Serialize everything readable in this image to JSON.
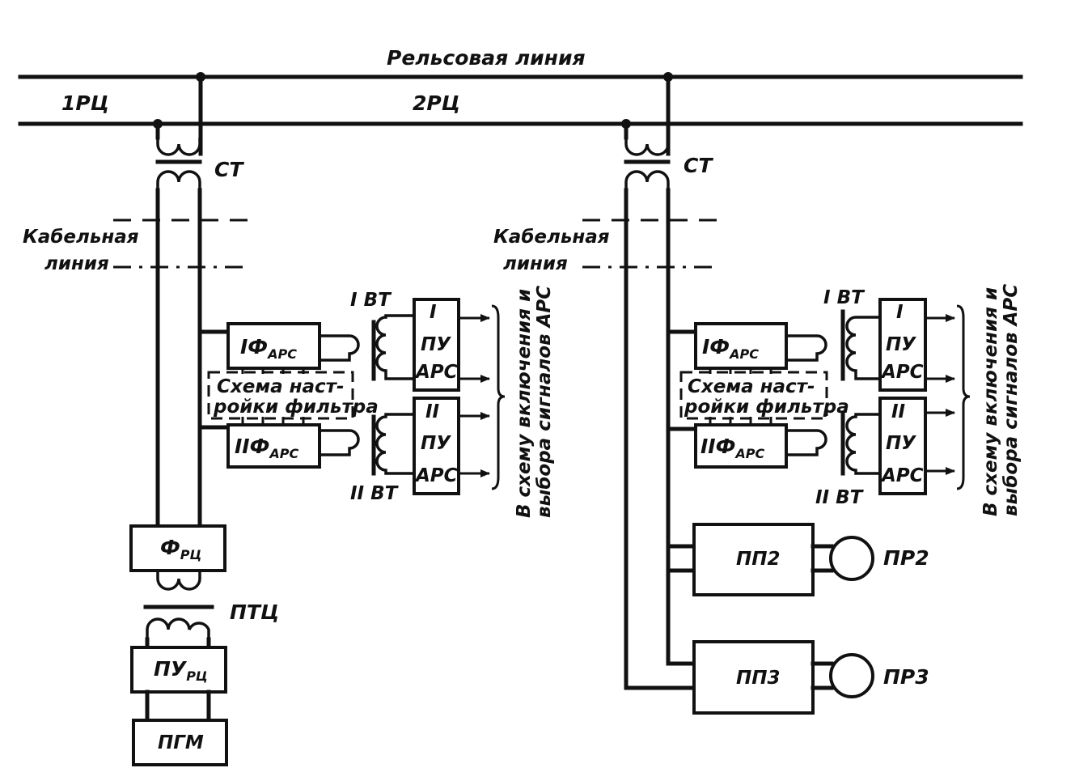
{
  "labels": {
    "rail_line": "Рельсовая линия",
    "rc1": "1РЦ",
    "rc2": "2РЦ",
    "st": "СТ",
    "cable_line_1": "Кабельная",
    "cable_line_2": "линия",
    "vt1": "I ВТ",
    "vt2": "II ВТ",
    "f1_main": "IФ",
    "f2_main": "IIФ",
    "f_sub": "АРС",
    "pu1_num": "I",
    "pu2_num": "II",
    "pu": "ПУ",
    "ars": "АРС",
    "filter_1": "Схема наст-",
    "filter_2": "ройки фильтра",
    "output_1": "В схему включения и",
    "output_2": "выбора сигналов АРС",
    "f_rc_main": "Ф",
    "rc_sub": "РЦ",
    "ptc": "ПТЦ",
    "pu_rc_main": "ПУ",
    "pgm": "ПГМ",
    "pp2": "ПП2",
    "pp3": "ПП3",
    "pr2": "ПР2",
    "pr3": "ПР3"
  }
}
